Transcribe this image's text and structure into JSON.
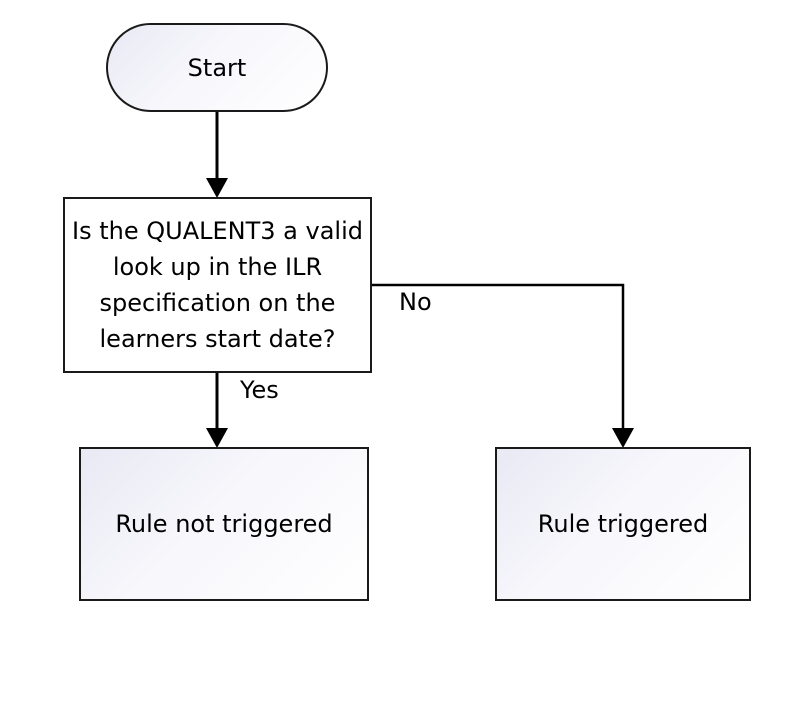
{
  "diagram": {
    "start": "Start",
    "decision": "Is the QUALENT3 a valid look up in the ILR specification on the learners start date?",
    "yes_label": "Yes",
    "no_label": "No",
    "outcome_not_triggered": "Rule not triggered",
    "outcome_triggered": "Rule triggered"
  },
  "colors": {
    "stroke": "#000000",
    "fill_gradient_start": "#e9e9f4",
    "fill_gradient_end": "#ffffff"
  }
}
